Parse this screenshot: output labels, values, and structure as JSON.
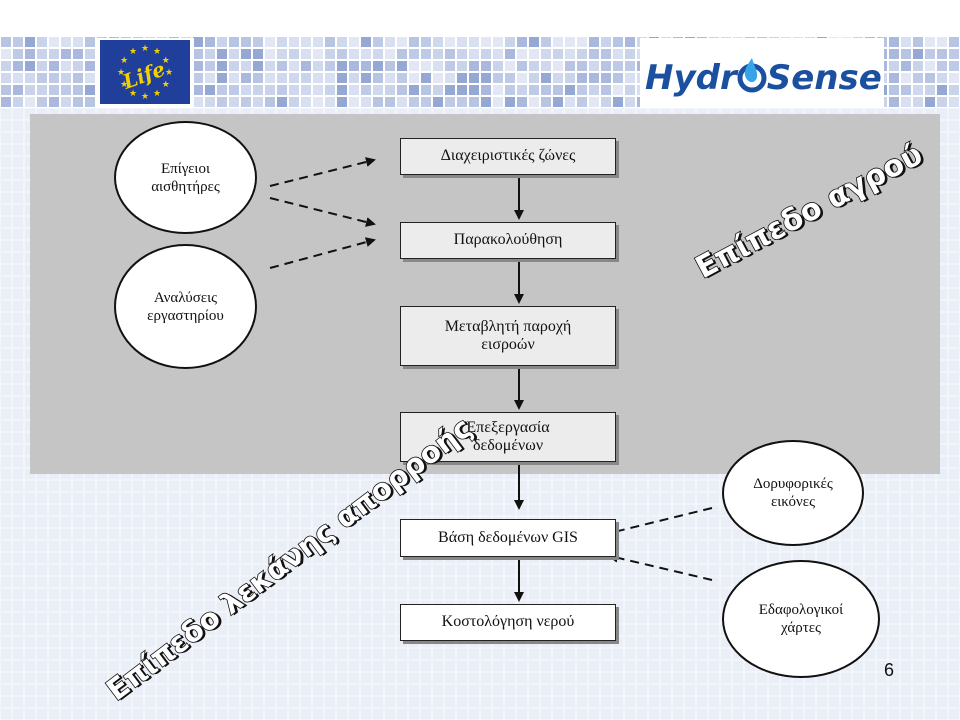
{
  "header": {
    "eu_logo_text": "Life",
    "brand_logo": {
      "part1": "Hydr",
      "part2": "Sense",
      "drop_icon": "water-drop-icon"
    }
  },
  "sensors": {
    "ground_sensors": "Επίγειοι αισθητήρες",
    "lab_analyses": "Αναλύσεις εργαστηρίου",
    "satellite_images": "Δορυφορικές εικόνες",
    "soil_maps": "Εδαφολογικοί χάρτες"
  },
  "flow": [
    "Διαχειριστικές ζώνες",
    "Παρακολούθηση",
    "Μεταβλητή παροχή εισροών",
    "Επεξεργασία δεδομένων",
    "Βάση δεδομένων GIS",
    "Κοστολόγηση νερού"
  ],
  "labels": {
    "field_level": "Επίπεδο αγρού",
    "basin_level": "Επίπεδο λεκάνης απορροής"
  },
  "page_number": "6",
  "colors": {
    "panel": "#c5c5c5",
    "brand_blue": "#1b4fa0",
    "eu_blue": "#1f3f9a",
    "eu_star": "#f5d000"
  }
}
